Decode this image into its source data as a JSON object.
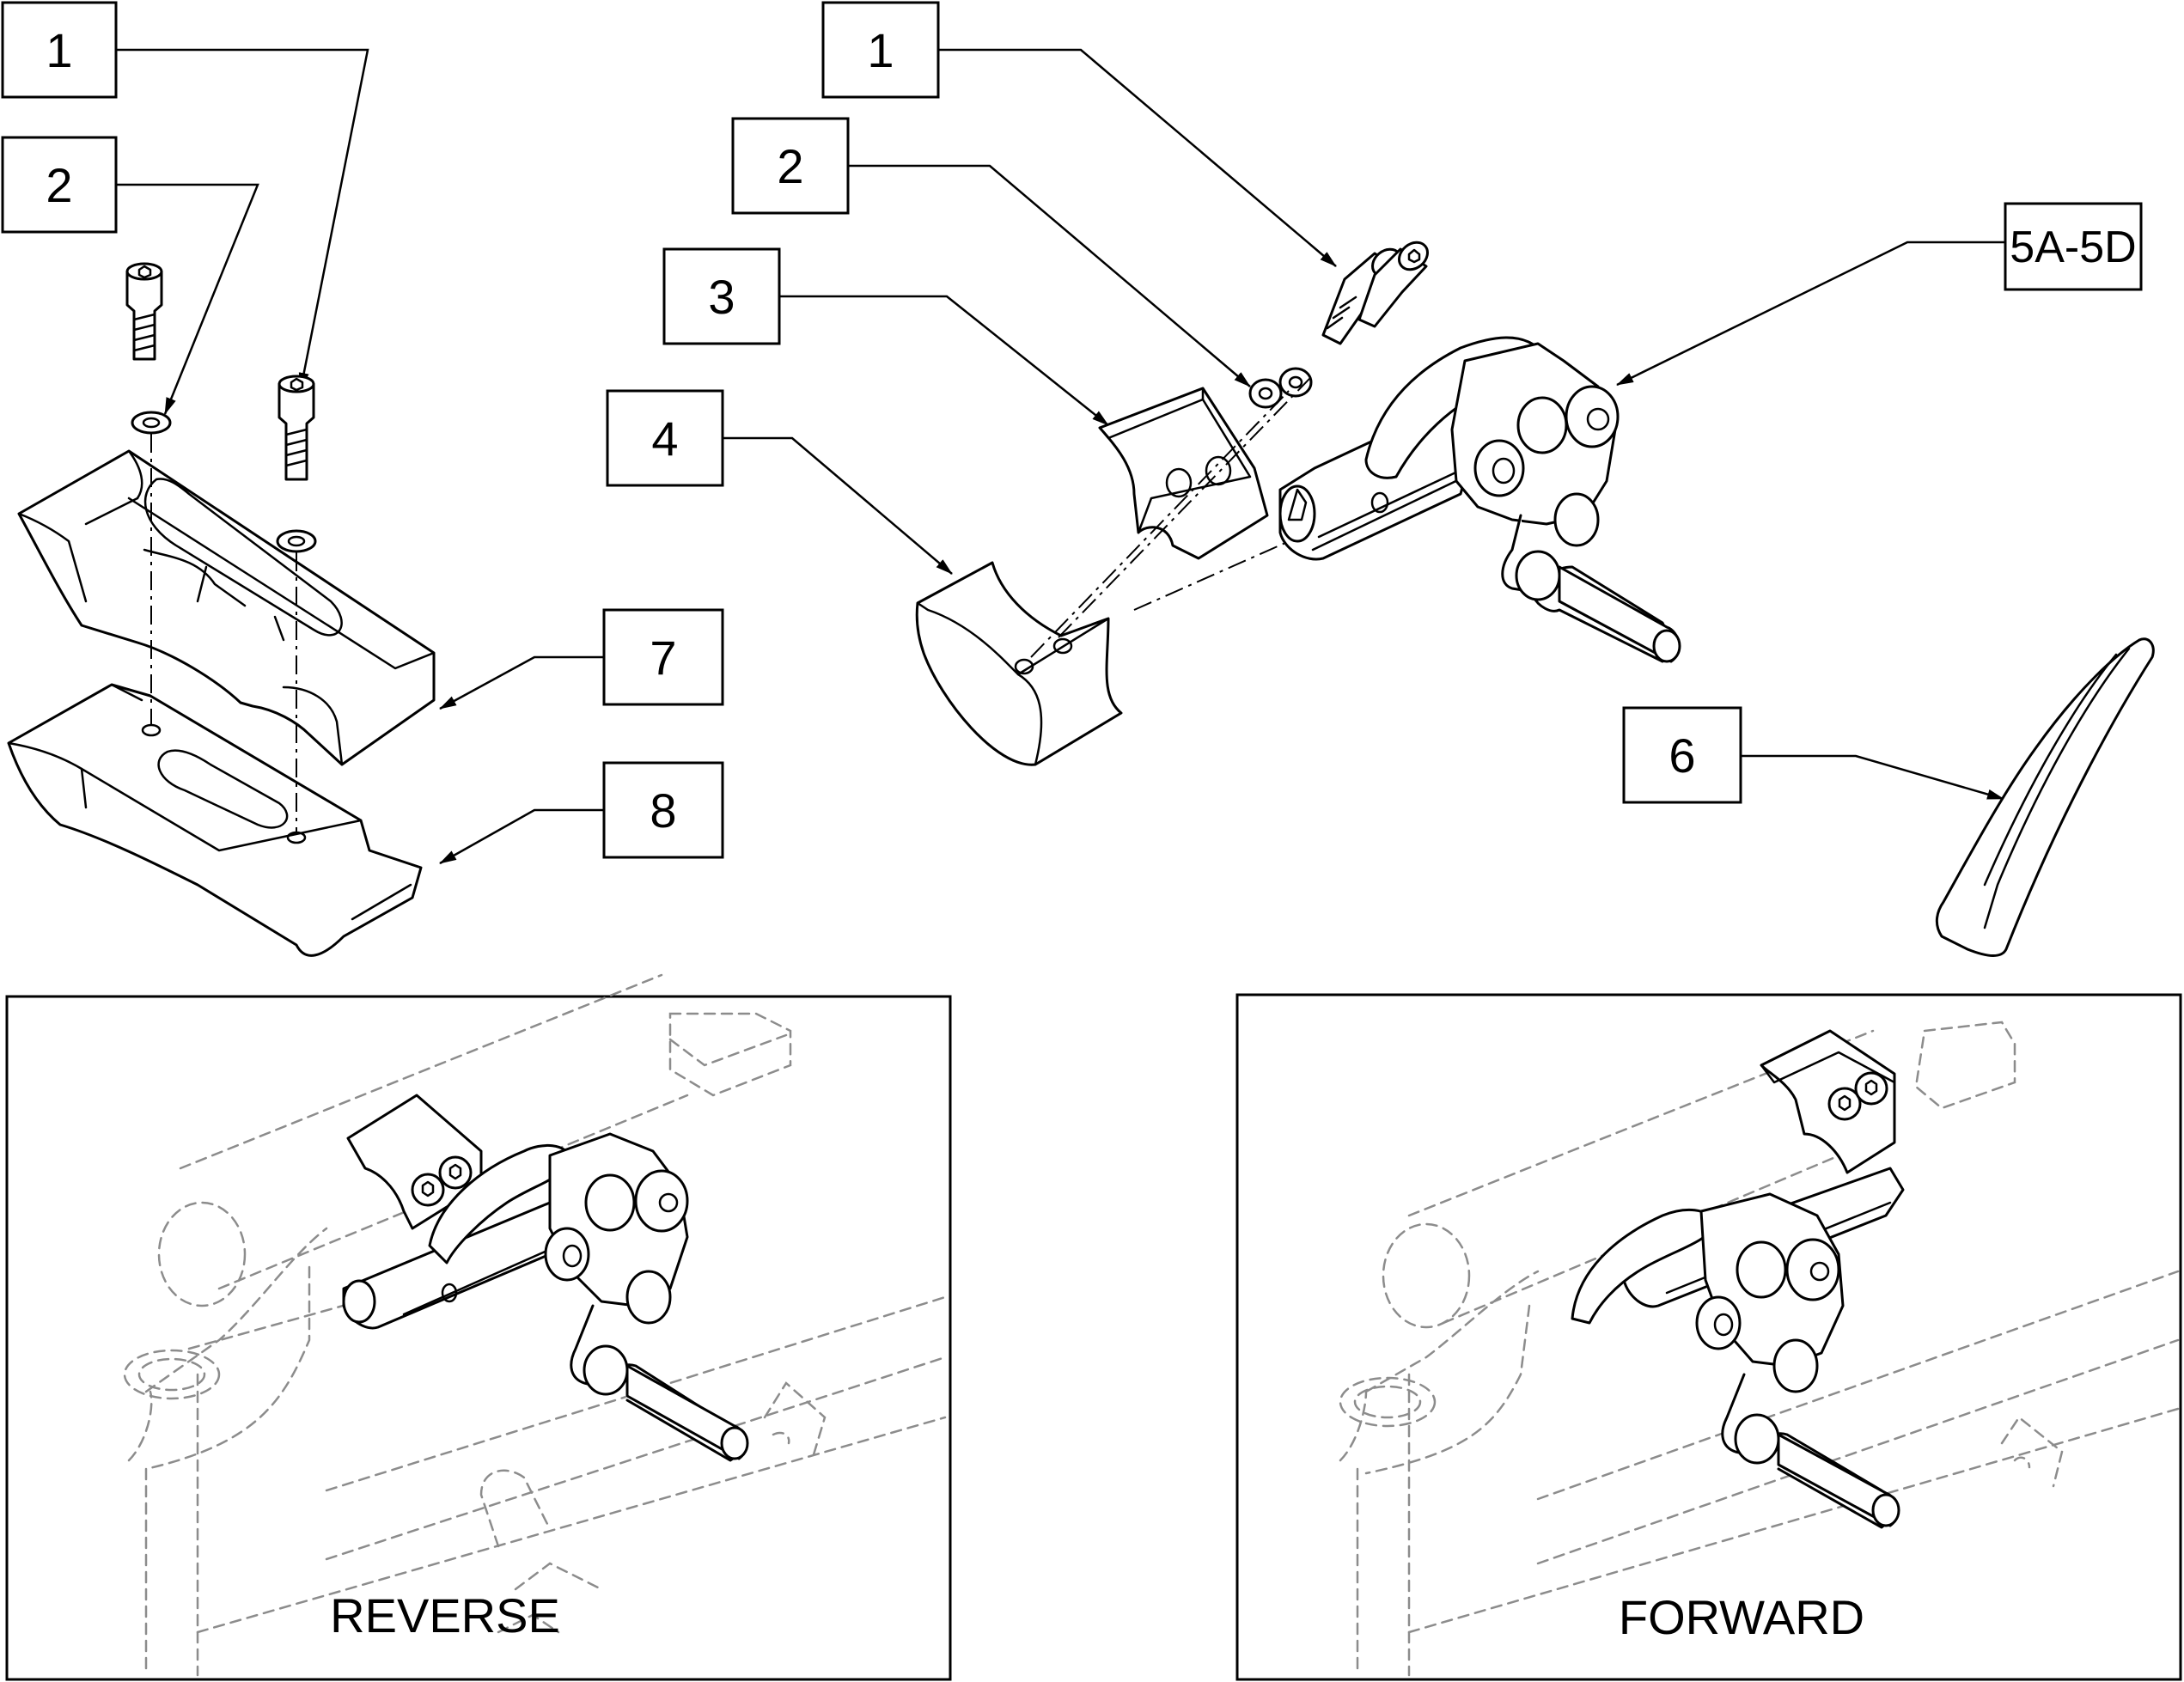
{
  "callouts": {
    "left_1": "1",
    "left_2": "2",
    "mid_1": "1",
    "mid_2": "2",
    "mid_3": "3",
    "mid_4": "4",
    "right_5": "5A-5D",
    "right_6": "6",
    "left_7": "7",
    "left_8": "8"
  },
  "panels": {
    "reverse_label": "REVERSE",
    "forward_label": "FORWARD"
  }
}
